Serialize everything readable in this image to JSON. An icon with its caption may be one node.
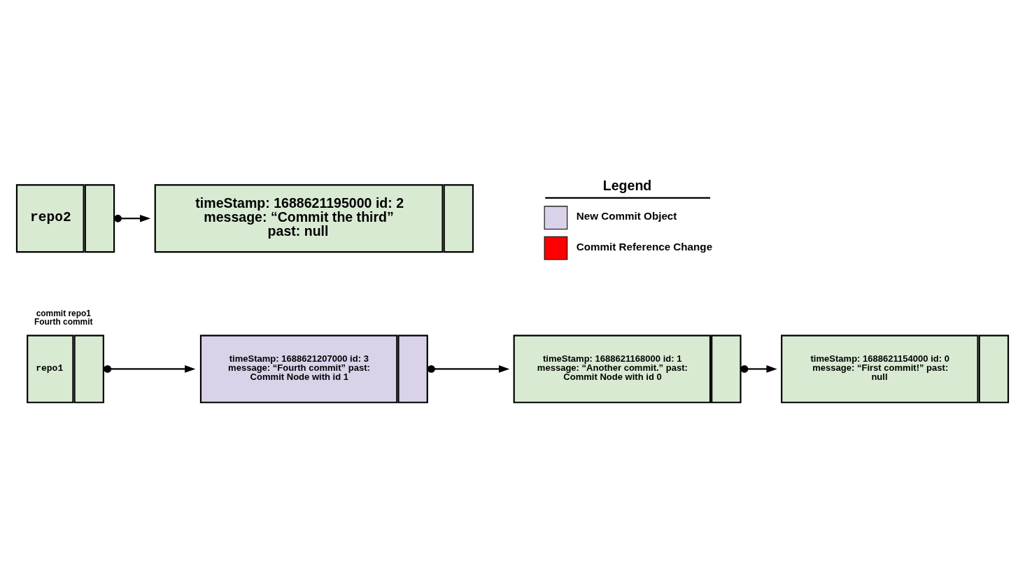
{
  "diagram": {
    "nodes": [
      {
        "text": [
          "repo1"
        ],
        "beside": [
          "commit repo1 Fourth commit"
        ]
      },
      {
        "text": [
          "timeStamp: 1688621207000 id: 3 message: “Fourth commit” past: Commit Node with id 1"
        ]
      },
      {
        "text": [
          "timeStamp: 1688621168000 id: 1 message: “Another commit.” past: Commit Node with id 0"
        ]
      },
      {
        "text": [
          "timeStamp: 1688621154000 id: 0 message: “First commit!” past: null"
        ]
      },
      {
        "text": [
          "repo2"
        ]
      },
      {
        "text": [
          "timeStamp: 1688621195000 id: 2 message: “Commit the third” past: null"
        ]
      }
    ],
    "edges": [
      {
        "from": 0,
        "to": 1,
        "arrow": "to"
      },
      {
        "from": 1,
        "to": 2,
        "arrow": "to"
      },
      {
        "from": 2,
        "to": 3,
        "arrow": "to"
      },
      {
        "from": 4,
        "to": 5,
        "arrow": "to"
      }
    ],
    "labels": [
      "Legend"
    ],
    "legend": [
      {
        "text": "New Commit Object",
        "color": "#d9d2e9"
      },
      {
        "text": "Commit Reference Change",
        "color": "#ff0000"
      }
    ]
  }
}
